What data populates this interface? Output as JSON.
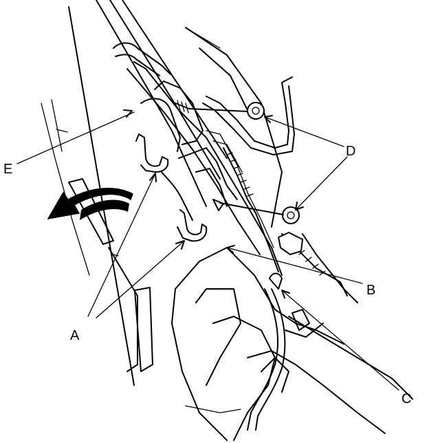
{
  "labels": {
    "a": "A",
    "b": "B",
    "c": "C",
    "d": "D",
    "e": "E"
  },
  "colors": {
    "line": "#000000",
    "background": "#ffffff"
  }
}
